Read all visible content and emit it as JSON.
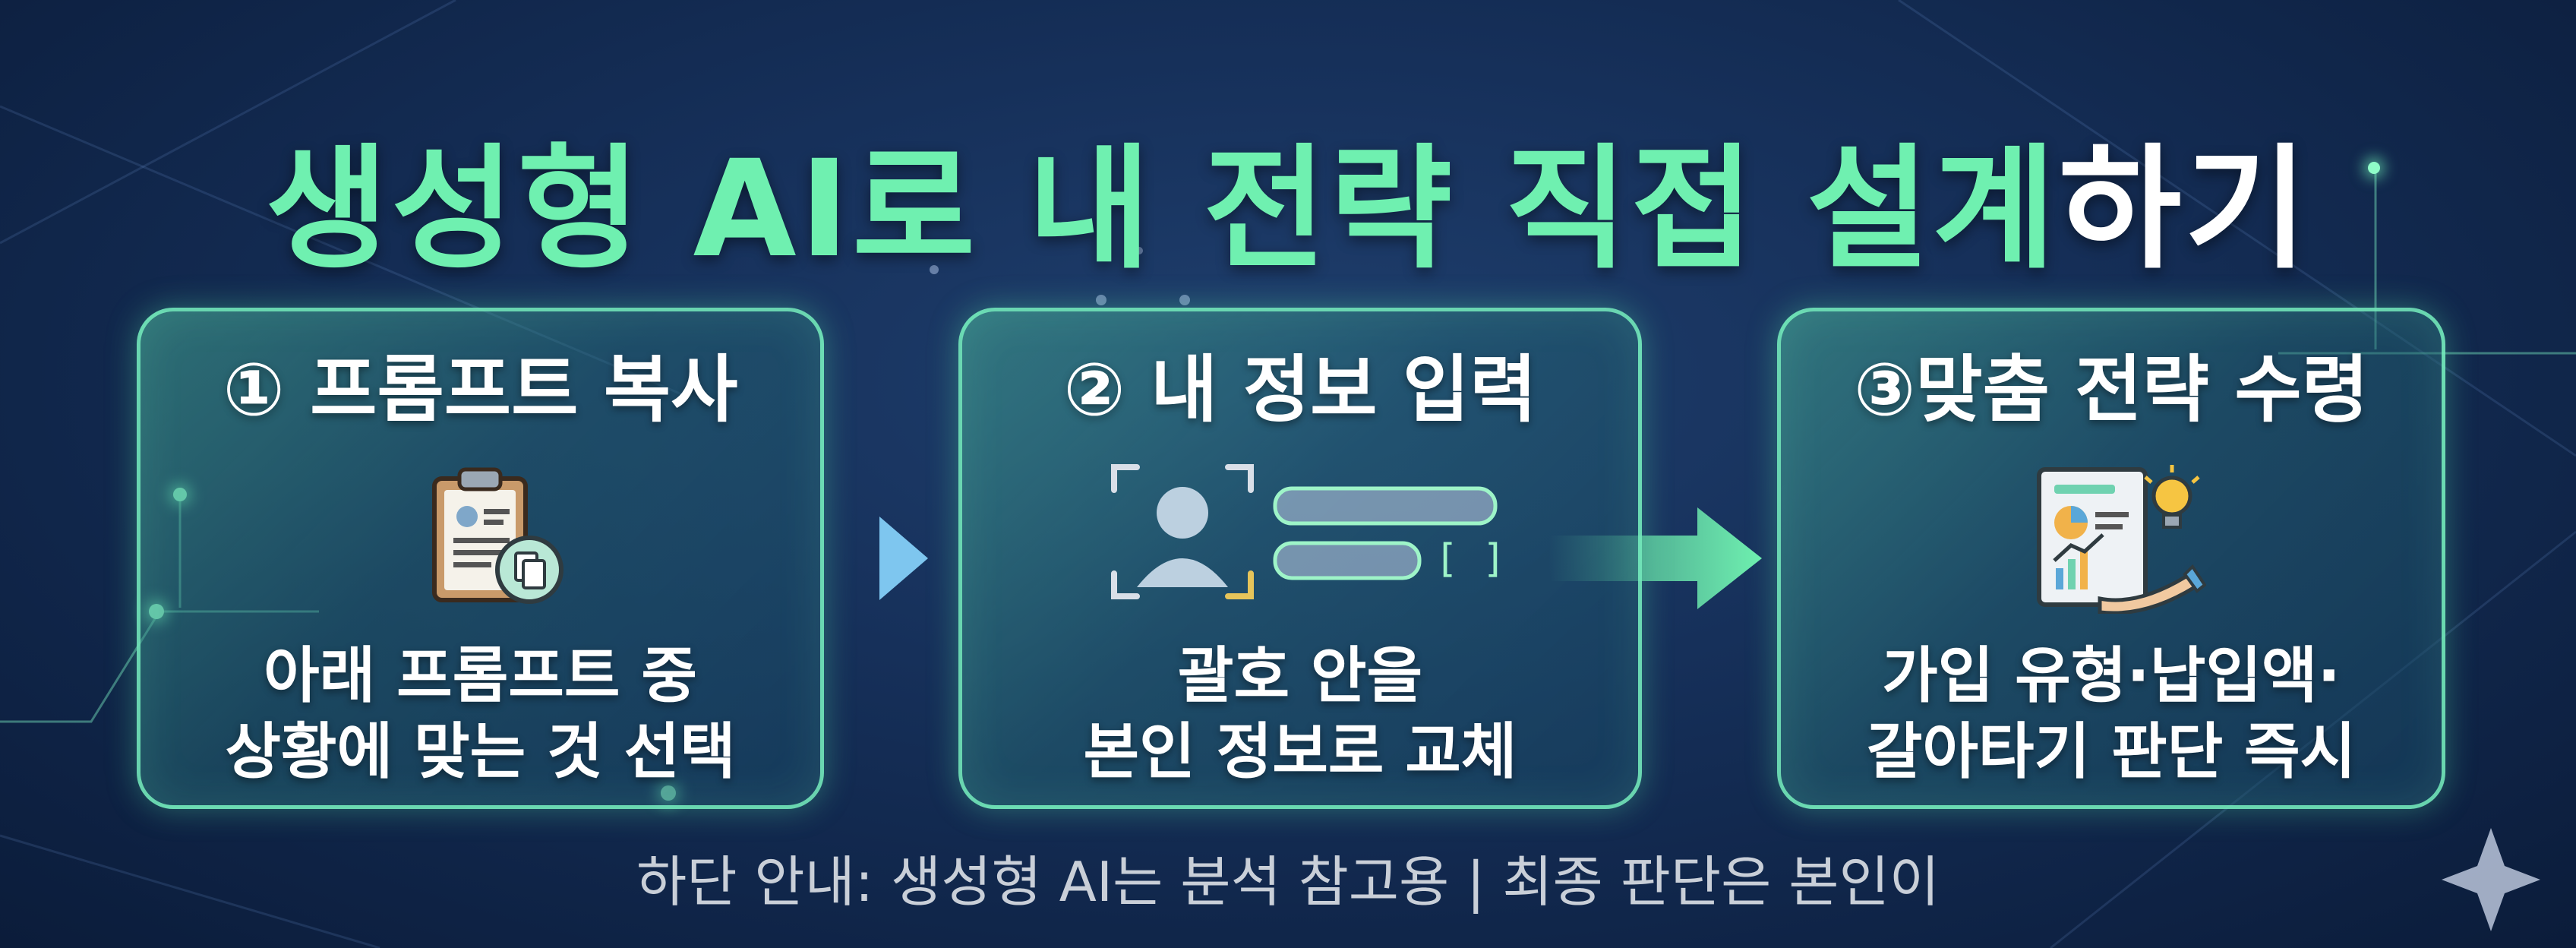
{
  "title": {
    "part1": "생성형 AI로 내 전략 직접 설계",
    "part2": "하기"
  },
  "steps": [
    {
      "label": "① 프롬프트 복사",
      "desc_line1": "아래 프롬프트 중",
      "desc_line2": "상황에 맞는 것 선택",
      "icon": "clipboard-copy-icon"
    },
    {
      "label": "② 내 정보 입력",
      "desc_line1": "괄호 안을",
      "desc_line2": "본인 정보로 교체",
      "icon": "user-form-icon"
    },
    {
      "label": "③맞춤 전략 수령",
      "desc_line1": "가입 유형·납입액·",
      "desc_line2": "갈아타기 판단 즉시",
      "icon": "strategy-report-icon"
    }
  ],
  "footer": "하단 안내: 생성형 AI는 분석 참고용 | 최종 판단은 본인이",
  "colors": {
    "accent": "#6ff0b0",
    "background": "#16305a",
    "card_border": "#78f0be"
  }
}
